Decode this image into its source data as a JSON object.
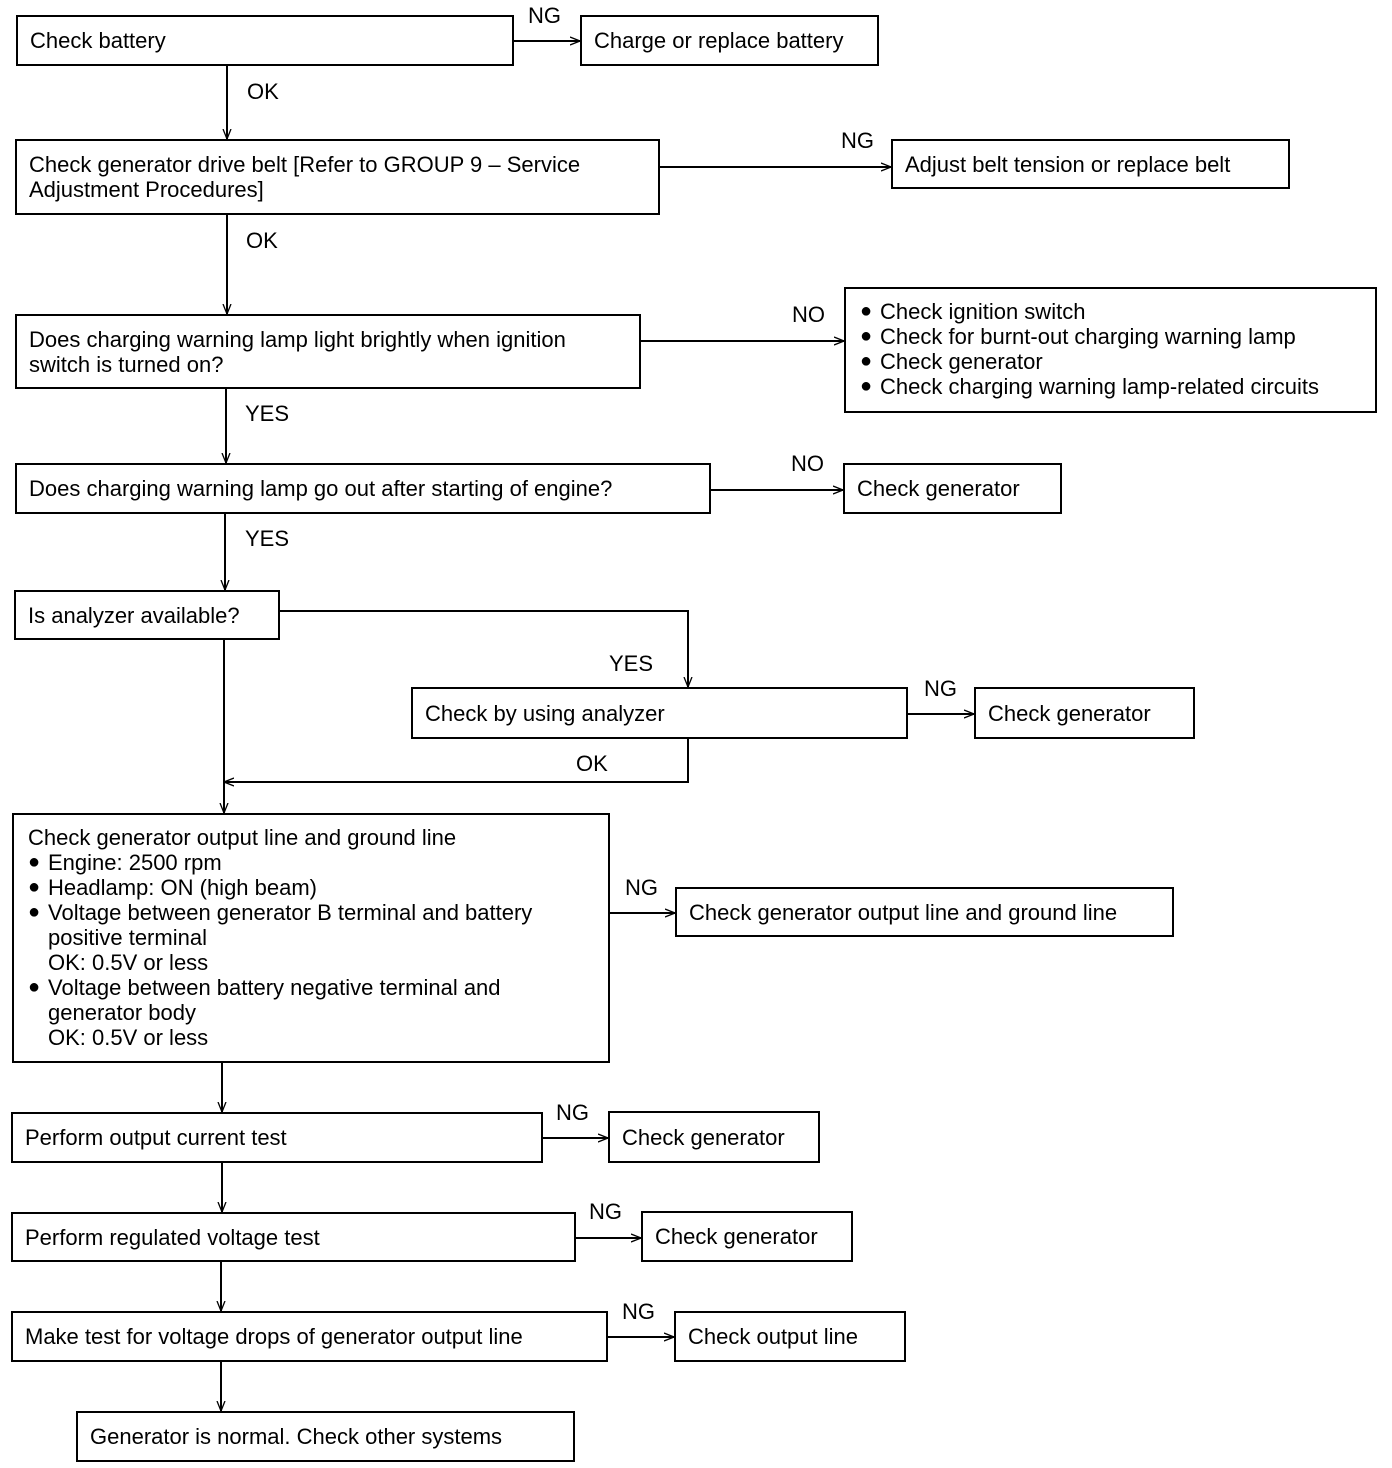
{
  "boxes": {
    "check_battery": "Check battery",
    "charge_battery": "Charge or replace battery",
    "check_belt": [
      "Check generator drive belt [Refer to GROUP 9 – Service",
      "Adjustment Procedures]"
    ],
    "adjust_belt": "Adjust belt tension or replace belt",
    "lamp_bright_q": [
      "Does charging warning lamp light brightly when ignition",
      "switch is turned on?"
    ],
    "lamp_checks": [
      "Check ignition switch",
      "Check for burnt-out charging warning lamp",
      "Check generator",
      "Check charging warning lamp-related circuits"
    ],
    "lamp_out_q": "Does charging warning lamp go out after starting of engine?",
    "check_gen_1": "Check generator",
    "analyzer_q": "Is analyzer available?",
    "analyzer_check": "Check by using analyzer",
    "check_gen_2": "Check generator",
    "output_line": {
      "title": "Check generator output line and ground line",
      "engine": "Engine: 2500 rpm",
      "headlamp": "Headlamp: ON (high beam)",
      "voltage1": [
        "Voltage between generator B terminal and battery",
        "positive terminal",
        "OK: 0.5V or less"
      ],
      "voltage2": [
        "Voltage between battery negative terminal and",
        "generator body",
        "OK: 0.5V or less"
      ]
    },
    "output_line_fix": "Check generator output line and ground line",
    "current_test": "Perform output current test",
    "check_gen_3": "Check generator",
    "regulated_test": "Perform regulated voltage test",
    "check_gen_4": "Check generator",
    "drop_test": "Make test for voltage drops of generator output line",
    "check_output_line": "Check output line",
    "normal": "Generator is normal. Check other systems"
  },
  "labels": {
    "ng_battery": "NG",
    "ok_battery": "OK",
    "ng_belt": "NG",
    "ok_belt": "OK",
    "no_bright": "NO",
    "yes_bright": "YES",
    "no_out": "NO",
    "yes_out": "YES",
    "yes_analyzer": "YES",
    "ng_analyzer": "NG",
    "ok_analyzer": "OK",
    "ng_output_line": "NG",
    "ng_current": "NG",
    "ng_regulated": "NG",
    "ng_drop": "NG"
  },
  "bullet_symbol": "●"
}
